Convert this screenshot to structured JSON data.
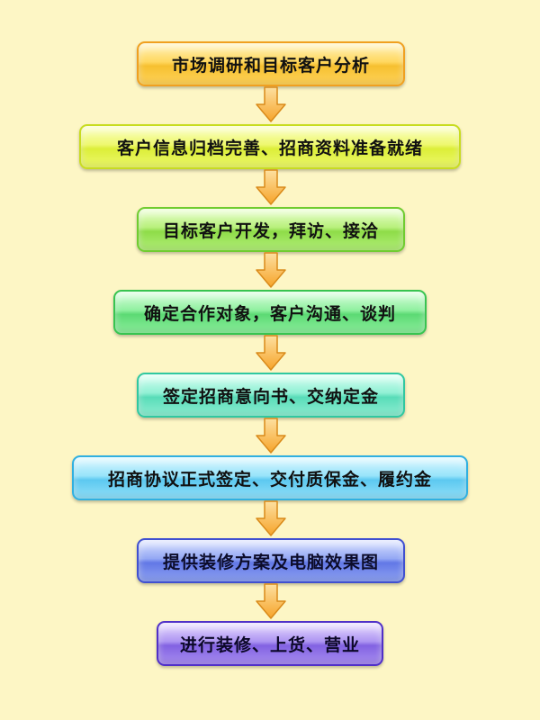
{
  "flowchart": {
    "steps": [
      {
        "label": "市场调研和目标客户分析"
      },
      {
        "label": "客户信息归档完善、招商资料准备就绪"
      },
      {
        "label": "目标客户开发，拜访、接洽"
      },
      {
        "label": "确定合作对象，客户沟通、谈判"
      },
      {
        "label": "签定招商意向书、交纳定金"
      },
      {
        "label": "招商协议正式签定、交付质保金、履约金"
      },
      {
        "label": "提供装修方案及电脑效果图"
      },
      {
        "label": "进行装修、上货、营业"
      }
    ],
    "colors": {
      "background": "#fdf6c5",
      "arrow_fill": "#f7b23c",
      "arrow_stroke": "#d98a1a"
    }
  }
}
